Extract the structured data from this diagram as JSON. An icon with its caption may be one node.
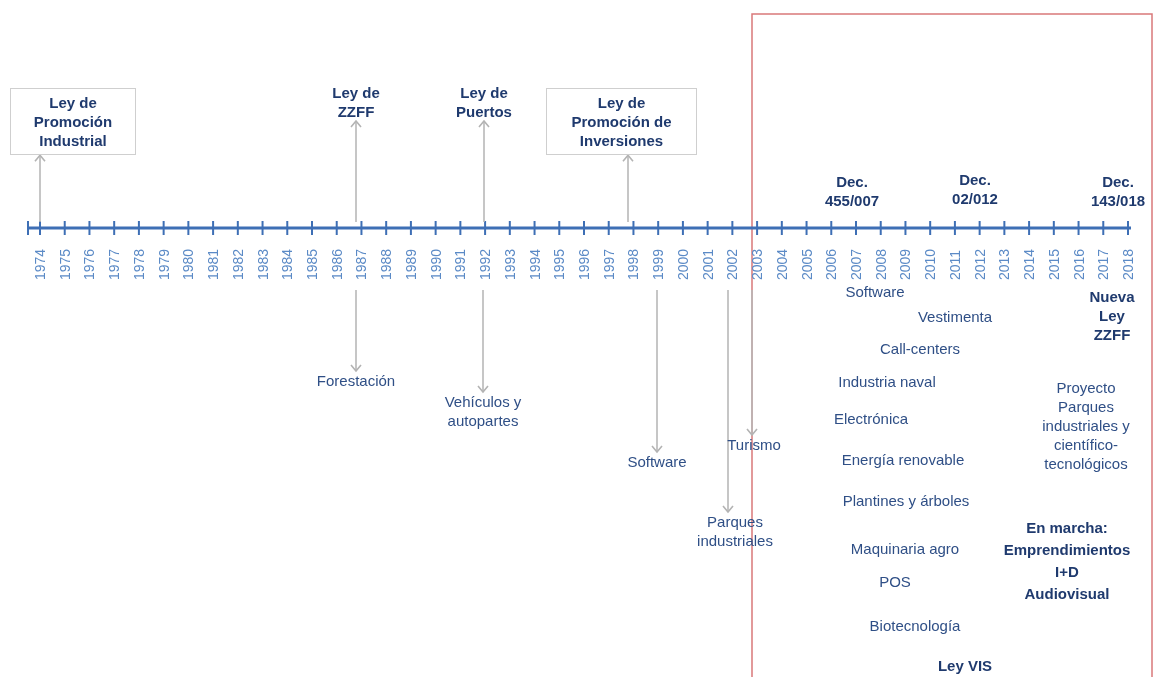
{
  "diagram": {
    "nodes": [
      {
        "text": [
          "Ley de Promoción Industrial"
        ]
      },
      {
        "text": [
          "Ley de ZZFF"
        ]
      },
      {
        "text": [
          "Ley de Puertos"
        ]
      },
      {
        "text": [
          "Ley de Promoción de Inversiones"
        ]
      },
      {
        "text": [
          "Forestación"
        ]
      },
      {
        "text": [
          "Vehículos y autopartes"
        ]
      },
      {
        "text": [
          "Software"
        ]
      },
      {
        "text": [
          "Turismo"
        ]
      },
      {
        "text": [
          "Parques industriales"
        ]
      }
    ],
    "edges": [
      {
        "from": null,
        "to": 0,
        "arrow": "to"
      },
      {
        "from": null,
        "to": 1,
        "arrow": "to"
      },
      {
        "from": null,
        "to": 2,
        "arrow": "to"
      },
      {
        "from": null,
        "to": 3,
        "arrow": "to"
      },
      {
        "from": null,
        "to": 4,
        "arrow": "to"
      },
      {
        "from": null,
        "to": 5,
        "arrow": "to"
      },
      {
        "from": null,
        "to": 6,
        "arrow": "to"
      },
      {
        "from": null,
        "to": 7,
        "arrow": "to"
      },
      {
        "from": null,
        "to": 8,
        "arrow": "to"
      }
    ],
    "labels": [
      "Dec. 455/007",
      "Dec. 02/012",
      "Dec. 143/018",
      "1974",
      "1975",
      "1976",
      "1977",
      "1978",
      "1979",
      "1980",
      "1981",
      "1982",
      "1983",
      "1984",
      "1985",
      "1986",
      "1987",
      "1988",
      "1989",
      "1990",
      "1991",
      "1992",
      "1993",
      "1994",
      "1995",
      "1996",
      "1997",
      "1998",
      "1999",
      "2000",
      "2001",
      "2002",
      "2003",
      "2004",
      "2005",
      "2006",
      "2007",
      "2008",
      "2009",
      "2010",
      "2011",
      "2012",
      "2013",
      "2014",
      "2015",
      "2016",
      "2017",
      "2018",
      "Software",
      "Nueva Ley ZZFF",
      "Vestimenta",
      "Call-centers",
      "Industria naval",
      "Proyecto Parques industriales y científico-tecnológicos",
      "Electrónica",
      "Energía renovable",
      "Plantines y árboles",
      "En marcha:",
      "Maquinaria agro",
      "Emprendimientos",
      "I+D",
      "POS",
      "Audiovisual",
      "Biotecnología",
      "Ley VIS"
    ]
  }
}
